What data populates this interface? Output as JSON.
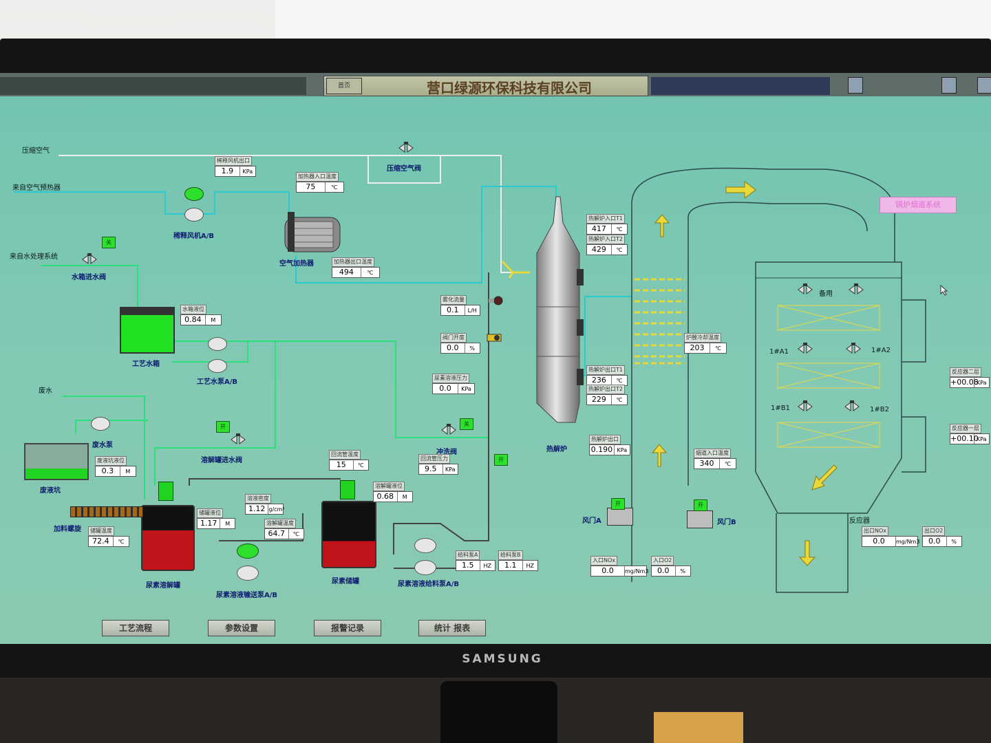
{
  "app": {
    "title": "营口绿源环保科技有限公司",
    "top_button": "首页",
    "monitor_brand": "SAMSUNG"
  },
  "nav": {
    "process": "工艺流程",
    "params": "参数设置",
    "alarms": "报警记录",
    "reports": "统计 报表"
  },
  "labels": {
    "compressed_air": "压缩空气",
    "air_preheater_in": "来自空气预热器",
    "dilution_fan_outlet": "稀释风机出口",
    "compressed_air_valve": "压缩空气阀",
    "heater_inlet_temp": "加热器入口温度",
    "dilution_fan": "稀释风机A/B",
    "air_heater": "空气加热器",
    "heater_outlet_temp": "加热器出口温度",
    "from_water_system": "来自水处理系统",
    "water_inlet_valve": "水箱进水阀",
    "water_tank_level": "水箱液位",
    "process_tank": "工艺水箱",
    "process_pump": "工艺水泵A/B",
    "waste_water": "废水",
    "sump_pump": "废水泵",
    "sump_level": "废液坑液位",
    "sump": "废液坑",
    "dissolve_inlet_valve": "溶解罐进水阀",
    "feed_screw": "加料螺旋",
    "storage_temp": "储罐温度",
    "dissolve_tank": "尿素溶解罐",
    "transfer_pump": "尿素溶液输送泵A/B",
    "storage_level": "储罐液位",
    "urea_density": "溶液密度",
    "dissolve_temp": "溶解罐温度",
    "return_temp": "回流管温度",
    "return_pressure": "回流管压力",
    "dissolve_level": "溶解罐液位",
    "urea_storage": "尿素储罐",
    "feed_pump": "尿素溶液给料泵A/B",
    "feedA": "给料泵A",
    "feedB": "给料泵B",
    "flushing_valve": "冲洗阀",
    "atomize_flow": "雾化流量",
    "valve_open": "阀门开度",
    "urea_pressure": "尿素溶液压力",
    "pyro_in1": "热解炉入口T1",
    "pyro_in2": "热解炉入口T2",
    "pyro_out1": "热解炉出口T1",
    "pyro_out2": "热解炉出口T2",
    "pyrolyzer": "热解炉",
    "pyro_outlet": "热解炉出口",
    "hearth_temp": "炉膛冷却温度",
    "flue_temp": "烟道入口温度",
    "fanA": "风门A",
    "fanB": "风门B",
    "inlet_nox": "入口NOx",
    "inlet_o2": "入口O2",
    "outlet_nox": "出口NOx",
    "outlet_o2": "出口O2",
    "reactor": "反应器",
    "reserve": "备用",
    "a1": "1#A1",
    "a2": "1#A2",
    "b1": "1#B1",
    "b2": "1#B2",
    "react_layer2": "反应器二层",
    "react_layer1": "反应器一层",
    "pink_btn": "锅炉烟道系统"
  },
  "status": {
    "open": "开",
    "close": "关"
  },
  "values": {
    "dilution_fan_outlet": "1.9",
    "heater_inlet_temp": "75",
    "heater_outlet_temp": "494",
    "water_tank_level": "0.84",
    "sump_level": "0.3",
    "storage_temp": "72.4",
    "storage_level": "1.17",
    "urea_density": "1.12",
    "dissolve_temp": "64.7",
    "return_temp": "15",
    "return_pressure": "9.5",
    "dissolve_level": "0.68",
    "feedA": "1.5",
    "feedB": "1.1",
    "atomize_flow": "0.1",
    "valve_open": "0.0",
    "urea_pressure": "0.0",
    "pyro_in1": "417",
    "pyro_in2": "429",
    "pyro_out1": "236",
    "pyro_out2": "229",
    "pyro_outlet": "0.190",
    "hearth_temp": "203",
    "flue_temp": "340",
    "inlet_nox": "0.0",
    "inlet_o2": "0.0",
    "outlet_nox": "0.0",
    "outlet_o2": "0.0",
    "react_layer2": "+00.08",
    "react_layer1": "+00.10"
  },
  "units": {
    "kpa": "KPa",
    "c": "℃",
    "m": "M",
    "gcm": "g/cm³",
    "hz": "HZ",
    "lh": "L/H",
    "pct": "%",
    "mgnm": "mg/Nm3"
  },
  "colors": {
    "screen": "#7cc6b1",
    "pipe_green": "#2be07a",
    "pipe_cyan": "#29c9d0",
    "pipe_white": "#eeeeee",
    "tank_green": "#22e022",
    "tank_red": "#c0141a",
    "arrow": "#e8d83a"
  }
}
